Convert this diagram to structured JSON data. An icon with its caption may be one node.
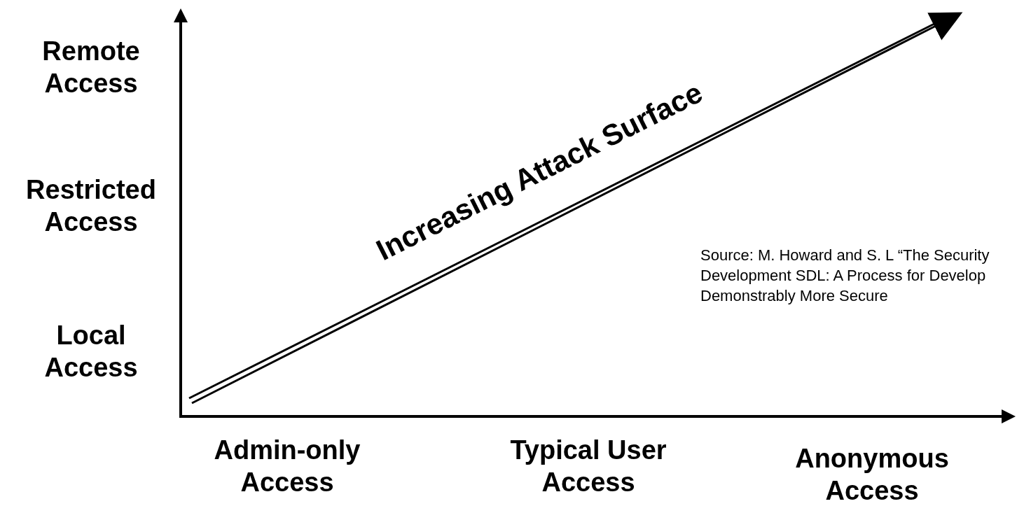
{
  "diagram": {
    "labels": [
      "Remote Access",
      "Restricted Access",
      "Local Access",
      "Increasing Attack Surface",
      "Source: M. Howard and S. L “The Security Development SDL: A Process for Develop Demonstrably More Secure",
      "Admin-only Access",
      "Typical User Access",
      "Anonymous Access"
    ]
  }
}
